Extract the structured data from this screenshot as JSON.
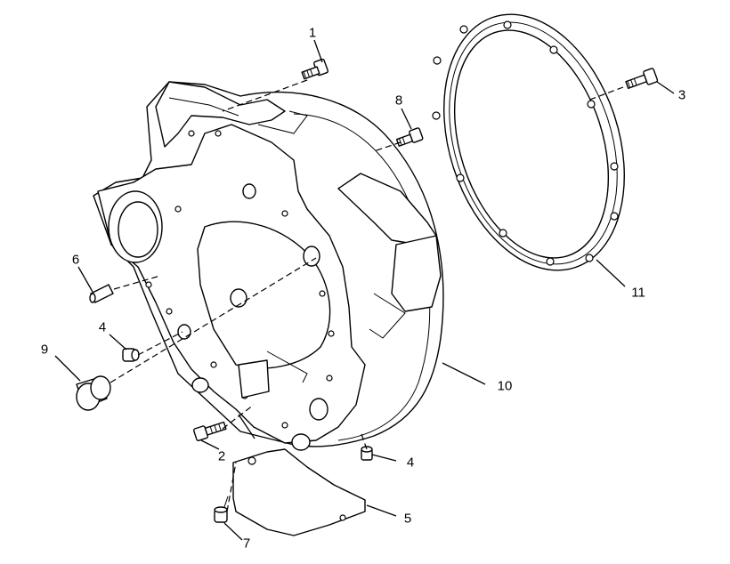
{
  "callouts": [
    {
      "id": "c1",
      "text": "1"
    },
    {
      "id": "c2",
      "text": "2"
    },
    {
      "id": "c3",
      "text": "3"
    },
    {
      "id": "c4a",
      "text": "4"
    },
    {
      "id": "c4b",
      "text": "4"
    },
    {
      "id": "c5",
      "text": "5"
    },
    {
      "id": "c6",
      "text": "6"
    },
    {
      "id": "c7",
      "text": "7"
    },
    {
      "id": "c8",
      "text": "8"
    },
    {
      "id": "c9",
      "text": "9"
    },
    {
      "id": "c10",
      "text": "10"
    },
    {
      "id": "c11",
      "text": "11"
    }
  ]
}
